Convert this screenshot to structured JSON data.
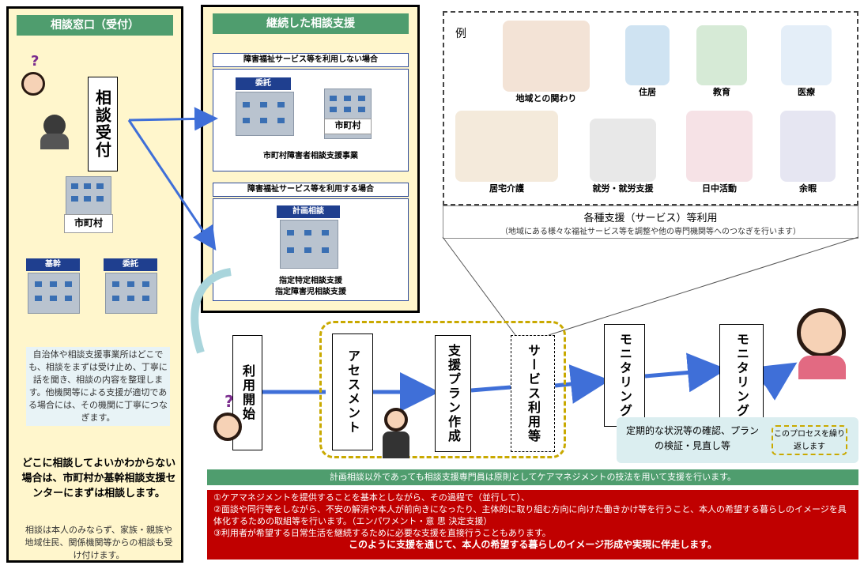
{
  "left_panel": {
    "header": "相談窓口（受付）",
    "reception_label": "相談受付",
    "city_label": "市町村",
    "kikan_label": "基幹",
    "itaku_label": "委託",
    "desc": "自治体や相談支援事業所はどこでも、相談をまずは受け止め、丁寧に話を聞き、相談の内容を整理します。他機関等による支援が適切である場合には、その機関に丁寧につなぎます。",
    "bold_note": "どこに相談してよいかわからない場合は、市町村か基幹相談支援センターにまずは相談します。",
    "foot_note": "相談は本人のみならず、家族・親族や地域住民、関係機関等からの相談も受け付けます。"
  },
  "mid_panel": {
    "header": "継続した相談支援",
    "case1_title": "障害福祉サービス等を利用しない場合",
    "case1_itaku": "委託",
    "case1_city": "市町村",
    "case1_caption": "市町村障害者相談支援事業",
    "case2_title": "障害福祉サービス等を利用する場合",
    "case2_tag": "計画相談",
    "case2_caption1": "指定特定相談支援",
    "case2_caption2": "指定障害児相談支援"
  },
  "examples": {
    "rei": "例",
    "items": [
      "地域との関わり",
      "住居",
      "教育",
      "医療",
      "居宅介護",
      "就労・就労支援",
      "日中活動",
      "余暇"
    ],
    "caption_main": "各種支援（サービス）等利用",
    "caption_sub": "（地域にある様々な福祉サービス等を調整や他の専門機関等へのつなぎを行います）"
  },
  "process": {
    "steps": [
      "利用開始",
      "アセスメント",
      "支援プラン作成",
      "サービス利用等",
      "モニタリング",
      "モニタリング"
    ],
    "monitor_note": "定期的な状況等の確認、プランの検証・見直し等",
    "repeat_note": "このプロセスを繰り返します"
  },
  "bottom": {
    "green_bar": "計画相談以外であっても相談支援専門員は原則としてケアマネジメントの技法を用いて支援を行います。",
    "line1": "①ケアマネジメントを提供することを基本としながら、その過程で（並行して）、",
    "line2": "②面談や同行等をしながら、不安の解消や本人が前向きになったり、主体的に取り組む方向に向けた働きかけ等を行うこと、本人の希望する暮らしのイメージを具体化するための取組等を行います。（エンパワメント・意 思 決定支援）",
    "line3": "③利用者が希望する日常生活を継続するために必要な支援を直接行うこともあります。",
    "line4": "このように支援を通じて、本人の希望する暮らしのイメージ形成や実現に伴走します。"
  },
  "colors": {
    "panel_bg": "#fff6cc",
    "header_green": "#4f9d6e",
    "arrow_blue": "#3f6fd8",
    "dashed_gold": "#c9a900",
    "bottom_red": "#c00000",
    "bottom_green": "#4f9d6e",
    "monitor_bg": "#dbeef0"
  }
}
